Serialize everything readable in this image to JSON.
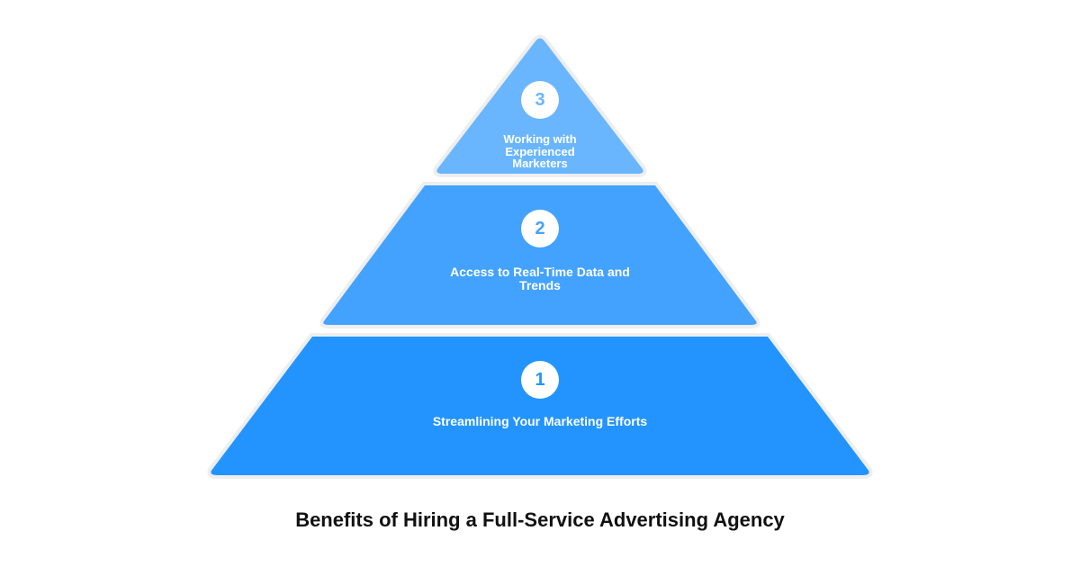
{
  "title": "Benefits of Hiring a Full-Service Advertising Agency",
  "tiers": [
    {
      "number": "1",
      "label": "Streamlining Your Marketing Efforts",
      "color": "#2394fd",
      "number_color": "#2394fd"
    },
    {
      "number": "2",
      "label": "Access to Real-Time Data and Trends",
      "color": "#43a2fd",
      "number_color": "#43a2fd"
    },
    {
      "number": "3",
      "label": "Working with Experienced Marketers",
      "color": "#69b6fe",
      "number_color": "#69b6fe"
    }
  ]
}
